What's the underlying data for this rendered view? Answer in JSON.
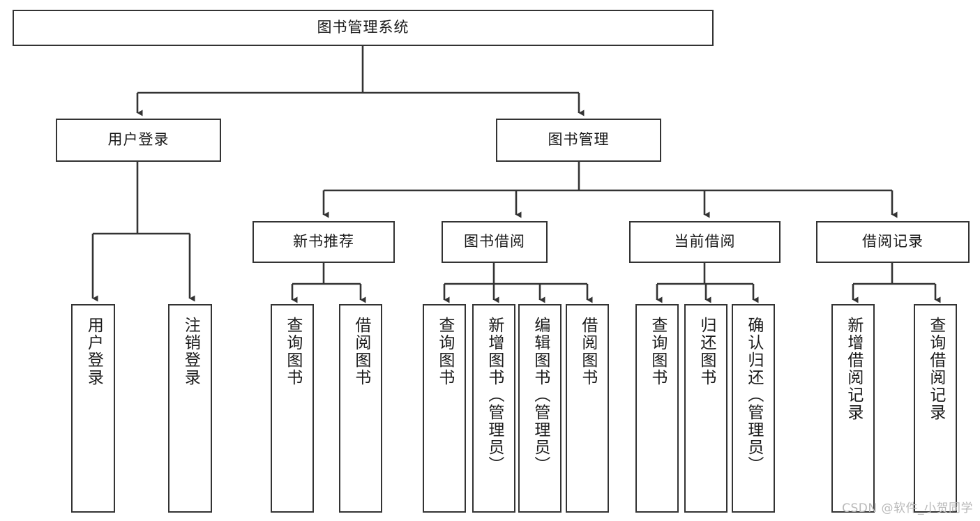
{
  "diagram": {
    "type": "tree-hierarchy",
    "title": "图书管理系统",
    "line_color": "#333333",
    "box_fill": "#ffffff",
    "text_color": "#1a1a1a",
    "watermark": "CSDN @软件_小贺同学",
    "levels": 4,
    "nodes": {
      "root": {
        "label": "图书管理系统",
        "level": 1
      },
      "l2": [
        {
          "id": "user-login",
          "label": "用户登录",
          "level": 2
        },
        {
          "id": "book-manage",
          "label": "图书管理",
          "level": 2
        }
      ],
      "l3": [
        {
          "id": "new-book-recommend",
          "label": "新书推荐",
          "level": 3,
          "parent": "book-manage"
        },
        {
          "id": "book-borrow",
          "label": "图书借阅",
          "level": 3,
          "parent": "book-manage"
        },
        {
          "id": "current-borrow",
          "label": "当前借阅",
          "level": 3,
          "parent": "book-manage"
        },
        {
          "id": "borrow-record",
          "label": "借阅记录",
          "level": 3,
          "parent": "book-manage"
        }
      ],
      "leaves": [
        {
          "id": "leaf-user-login",
          "label": "用户登录",
          "parent": "user-login"
        },
        {
          "id": "leaf-user-logout",
          "label": "注销登录",
          "parent": "user-login"
        },
        {
          "id": "leaf-query-book-1",
          "label": "查询图书",
          "parent": "new-book-recommend"
        },
        {
          "id": "leaf-borrow-book-1",
          "label": "借阅图书",
          "parent": "new-book-recommend"
        },
        {
          "id": "leaf-query-book-2",
          "label": "查询图书",
          "parent": "book-borrow"
        },
        {
          "id": "leaf-add-book",
          "label": "新增图书（管理员）",
          "parent": "book-borrow"
        },
        {
          "id": "leaf-edit-book",
          "label": "编辑图书（管理员）",
          "parent": "book-borrow"
        },
        {
          "id": "leaf-borrow-book-2",
          "label": "借阅图书",
          "parent": "book-borrow"
        },
        {
          "id": "leaf-query-book-3",
          "label": "查询图书",
          "parent": "current-borrow"
        },
        {
          "id": "leaf-return-book",
          "label": "归还图书",
          "parent": "current-borrow"
        },
        {
          "id": "leaf-confirm-return",
          "label": "确认归还（管理员）",
          "parent": "current-borrow"
        },
        {
          "id": "leaf-add-record",
          "label": "新增借阅记录",
          "parent": "borrow-record"
        },
        {
          "id": "leaf-query-record",
          "label": "查询借阅记录",
          "parent": "borrow-record"
        }
      ]
    }
  }
}
